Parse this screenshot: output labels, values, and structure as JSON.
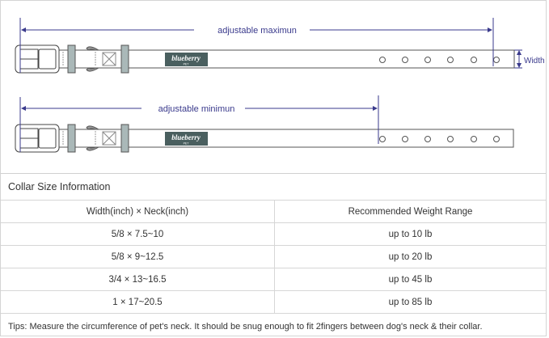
{
  "diagram": {
    "max_label": "adjustable maximun",
    "min_label": "adjustable minimun",
    "width_label": "Width",
    "brand": "blueberry",
    "brand_sub": "PET",
    "line_color": "#3a3a8c",
    "strap_color": "#555555",
    "logo_color": "#4a5f5f",
    "loop_color": "#aab8b8"
  },
  "table": {
    "title": "Collar Size Information",
    "headers": [
      "Width(inch)  ×  Neck(inch)",
      "Recommended Weight Range"
    ],
    "rows": [
      [
        "5/8 × 7.5~10",
        "up to 10 lb"
      ],
      [
        "5/8 × 9~12.5",
        "up to 20 lb"
      ],
      [
        "3/4 × 13~16.5",
        "up to 45 lb"
      ],
      [
        "1 × 17~20.5",
        "up to 85 lb"
      ]
    ],
    "tips": "Tips: Measure the circumference of pet's neck. It should be snug enough to fit 2fingers between dog's neck & their collar."
  }
}
